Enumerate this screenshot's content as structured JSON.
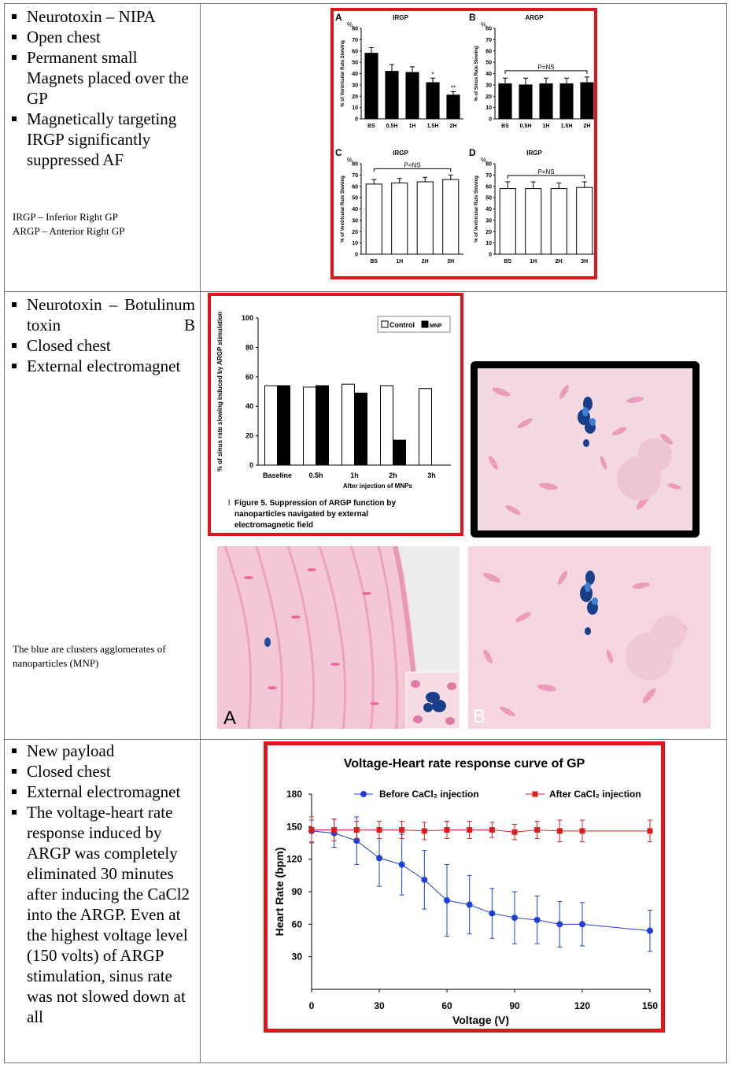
{
  "row1": {
    "bullets": [
      "Neurotoxin – NIPA",
      "Open chest",
      "Permanent small Magnets placed over the GP",
      "Magnetically targeting IRGP significantly suppressed AF"
    ],
    "notes": [
      "IRGP – Inferior Right GP",
      "ARGP – Anterior Right GP"
    ],
    "figure": {
      "y_unit": "%",
      "panels": [
        {
          "letter": "A",
          "title": "IRGP",
          "ylabel": "% of Ventricular Rate Slowing",
          "categories": [
            "BS",
            "0.5H",
            "1H",
            "1.5H",
            "2H"
          ],
          "values": [
            58,
            42,
            41,
            32,
            21
          ],
          "errors": [
            5,
            6,
            5,
            4,
            3
          ],
          "fill": "black",
          "significance": [
            "",
            "",
            "",
            "*",
            "**"
          ],
          "bracket": ""
        },
        {
          "letter": "B",
          "title": "ARGP",
          "ylabel": "% of Sinus Rate Slowing",
          "categories": [
            "BS",
            "0.5H",
            "1H",
            "1.5H",
            "2H"
          ],
          "values": [
            31,
            30,
            31,
            31,
            32
          ],
          "errors": [
            5,
            6,
            5,
            5,
            5
          ],
          "fill": "black",
          "significance": [
            "",
            "",
            "",
            "",
            ""
          ],
          "bracket": "P=NS"
        },
        {
          "letter": "C",
          "title": "IRGP",
          "ylabel": "% of Ventricular Rate Slowing",
          "categories": [
            "BS",
            "1H",
            "2H",
            "3H"
          ],
          "values": [
            62,
            63,
            64,
            66
          ],
          "errors": [
            4,
            4,
            4,
            4
          ],
          "fill": "white",
          "significance": [
            "",
            "",
            "",
            ""
          ],
          "bracket": "P=NS"
        },
        {
          "letter": "D",
          "title": "IRGP",
          "ylabel": "% of Ventricular Rate Slowing",
          "categories": [
            "BS",
            "1H",
            "2H",
            "3H"
          ],
          "values": [
            58,
            58,
            58,
            59
          ],
          "errors": [
            6,
            6,
            5,
            5
          ],
          "fill": "white",
          "significance": [
            "",
            "",
            "",
            ""
          ],
          "bracket": "P=NS"
        }
      ],
      "y_ticks": [
        "0",
        "10",
        "20",
        "30",
        "40",
        "50",
        "60",
        "70",
        "80"
      ]
    }
  },
  "row2": {
    "bullets": [
      "Neurotoxin – Botulinum toxin B",
      "Closed chest",
      "External electromagnet"
    ],
    "note": "The blue are clusters agglomerates of nanoparticles (MNP)",
    "label_a": "A",
    "label_b": "B",
    "chart_data": {
      "type": "bar",
      "ylabel": "% of sinus rate slowing induced by ARGP stimulation",
      "xlabel": "After injection of MNPs",
      "categories": [
        "Baseline",
        "0.5h",
        "1h",
        "2h",
        "3h"
      ],
      "series": [
        {
          "name": "Control",
          "color": "#ffffff",
          "values": [
            54,
            53,
            55,
            54,
            52
          ]
        },
        {
          "name": "MNP",
          "color": "#000000",
          "values": [
            54,
            54,
            49,
            17,
            null
          ]
        }
      ],
      "ylim": [
        0,
        100
      ],
      "y_ticks": [
        "0",
        "20",
        "40",
        "60",
        "80",
        "100"
      ],
      "caption": "Figure 5. Suppression of ARGP function by nanoparticles navigated by external electromagnetic field",
      "caption_mark": "l"
    }
  },
  "row3": {
    "bullets": [
      "New payload",
      "Closed chest",
      "External electromagnet",
      "The voltage-heart rate response induced by ARGP was completely eliminated 30 minutes after inducing the CaCl2 into the ARGP. Even at the highest voltage level (150 volts)  of ARGP stimulation, sinus rate was not slowed down at all"
    ],
    "chart_data": {
      "type": "line",
      "title": "Voltage-Heart rate response curve of GP",
      "xlabel": "Voltage (V)",
      "ylabel": "Heart Rate (bpm)",
      "xlim": [
        0,
        150
      ],
      "ylim": [
        0,
        180
      ],
      "x_ticks": [
        "0",
        "30",
        "60",
        "90",
        "120",
        "150"
      ],
      "y_ticks": [
        "30",
        "60",
        "90",
        "120",
        "150",
        "180"
      ],
      "x": [
        0,
        10,
        20,
        30,
        40,
        50,
        60,
        70,
        80,
        90,
        100,
        110,
        120,
        150
      ],
      "series": [
        {
          "name": "Before CaCl₂ injection",
          "color": "#1f3fd6",
          "marker": "circle",
          "values": [
            146,
            144,
            137,
            121,
            115,
            101,
            82,
            78,
            70,
            66,
            64,
            60,
            60,
            54
          ],
          "errors": [
            10,
            13,
            22,
            26,
            28,
            27,
            33,
            27,
            23,
            24,
            22,
            21,
            20,
            19
          ]
        },
        {
          "name": "After CaCl₂ injection",
          "color": "#d62020",
          "marker": "square",
          "values": [
            147,
            147,
            147,
            147,
            147,
            146,
            147,
            147,
            147,
            145,
            147,
            146,
            146,
            146
          ],
          "errors": [
            12,
            10,
            8,
            8,
            8,
            8,
            8,
            8,
            7,
            7,
            8,
            10,
            10,
            10
          ]
        }
      ]
    }
  }
}
